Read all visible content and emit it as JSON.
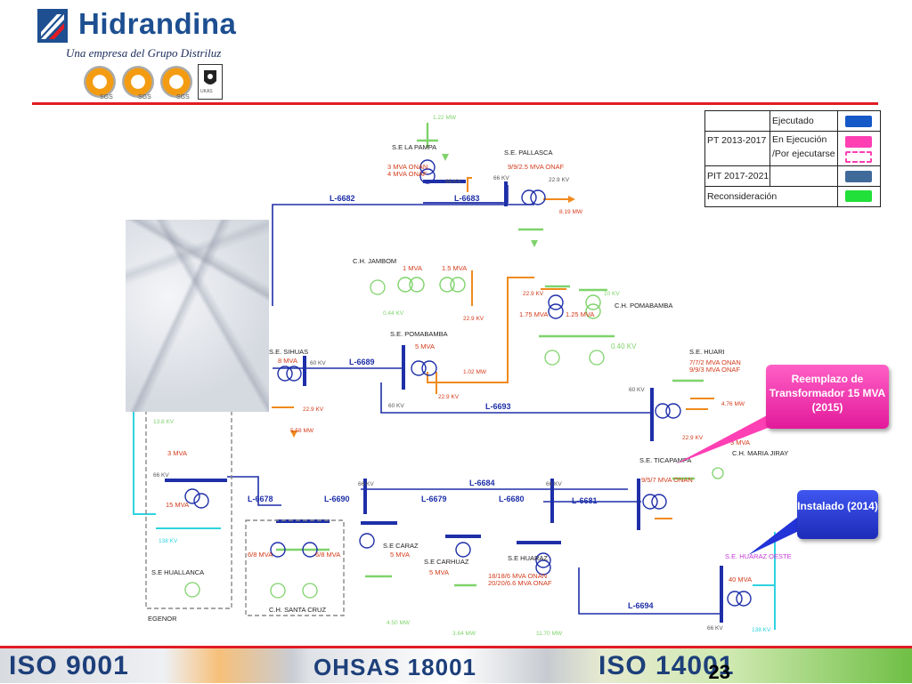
{
  "brand": {
    "name": "Hidrandina",
    "tagline": "Una empresa del Grupo Distriluz",
    "certifications": [
      "SGS",
      "SGS",
      "SGS",
      "UKAS"
    ]
  },
  "legend": {
    "rows": [
      {
        "group": "PT 2013-2017",
        "status": "Ejecutado",
        "color": "#1558c8"
      },
      {
        "group": "",
        "status": "En Ejecución",
        "color": "#ff3fb4"
      },
      {
        "group": "",
        "status": "/Por ejecutarse",
        "color": "#ff3fb4"
      },
      {
        "group": "PIT 2017-2021",
        "status": "",
        "color": "#3f6a9a"
      },
      {
        "group": "Reconsideración",
        "status": "",
        "color": "#22e03a"
      }
    ]
  },
  "callouts": {
    "replacement": "Reemplazo de Transformador 15 MVA  (2015)",
    "installed": "Instalado (2014)"
  },
  "diagram": {
    "lines": {
      "l6682": "L-6682",
      "l6683": "L-6683",
      "l6689": "L-6689",
      "l6693": "L-6693",
      "l6678": "L-6678",
      "l6690": "L-6690",
      "l6679": "L-6679",
      "l6684": "L-6684",
      "l6680": "L-6680",
      "l6681": "L-6681",
      "l6694": "L-6694"
    },
    "stations": {
      "la_pampa": "S.E LA PAMPA",
      "la_pampa_mva": "3 MVA ONAN",
      "la_pampa_mva2": "4 MVA ONAF",
      "pallasca": "S.E. PALLASCA",
      "pallasca_mva": "9/9/2.5 MVA ONAF",
      "jambom": "C.H. JAMBOM",
      "jambom_mva1": "1 MVA",
      "jambom_mva2": "1.5 MVA",
      "pomabamba_ch": "C.H. POMABAMBA",
      "pomabamba_se": "S.E. POMABAMBA",
      "pomabamba_mva": "5 MVA",
      "sihuas": "S.E. SIHUAS",
      "sihuas_mva": "8 MVA",
      "huari": "S.E. HUARI",
      "huari_mva1": "7/7/2 MVA ONAN",
      "huari_mva2": "9/9/3 MVA ONAF",
      "maria_jiray": "C.H. MARIA JIRAY",
      "maria_jiray_mva": "3 MVA",
      "ticapampa": "S.E. TICAPAMPA",
      "ticapampa_mva": "9/5/7 MVA ONAN",
      "caraz": "S.E CARAZ",
      "caraz_mva": "5 MVA",
      "carhuaz": "S.E CARHUAZ",
      "carhuaz_mva": "5 MVA",
      "huaraz": "S.E HUARAZ",
      "huaraz_mva1": "18/18/6 MVA ONAN",
      "huaraz_mva2": "20/20/6.6 MVA ONAF",
      "huaraz_oeste": "S.E. HUARAZ OESTE",
      "huaraz_oeste_mva": "40 MVA",
      "santa_cruz": "C.H.  SANTA CRUZ",
      "santa_cruz_mva": "6/8 MVA",
      "huallanca": "S.E HUALLANCA",
      "huallanca_mva1": "3 MVA",
      "huallanca_mva2": "15 MVA",
      "egenor": "EGENOR"
    },
    "voltages": {
      "kv66": "66 KV",
      "kv60": "60 KV",
      "kv229": "22.9 KV",
      "kv138": "13.8 KV",
      "kv040": "0.40 KV",
      "kv044": "0.44 KV",
      "kv10": "10 KV",
      "kv138b": "138 KV"
    },
    "loads": {
      "mw102": "1.02 MW",
      "mw476": "4.76 MW",
      "mw558": "5.58 MW",
      "mw118": "1.22 MW",
      "mw819": "8.19 MW",
      "mw450": "4.50 MW",
      "mw364": "3.64 MW",
      "mw1170": "11.70 MW",
      "mva175": "1.75 MVA",
      "mva125": "1.25 MVA"
    }
  },
  "footer": {
    "iso9001": "ISO 9001",
    "ohsas": "OHSAS 18001",
    "iso14001": "ISO 14001",
    "page": "23"
  }
}
